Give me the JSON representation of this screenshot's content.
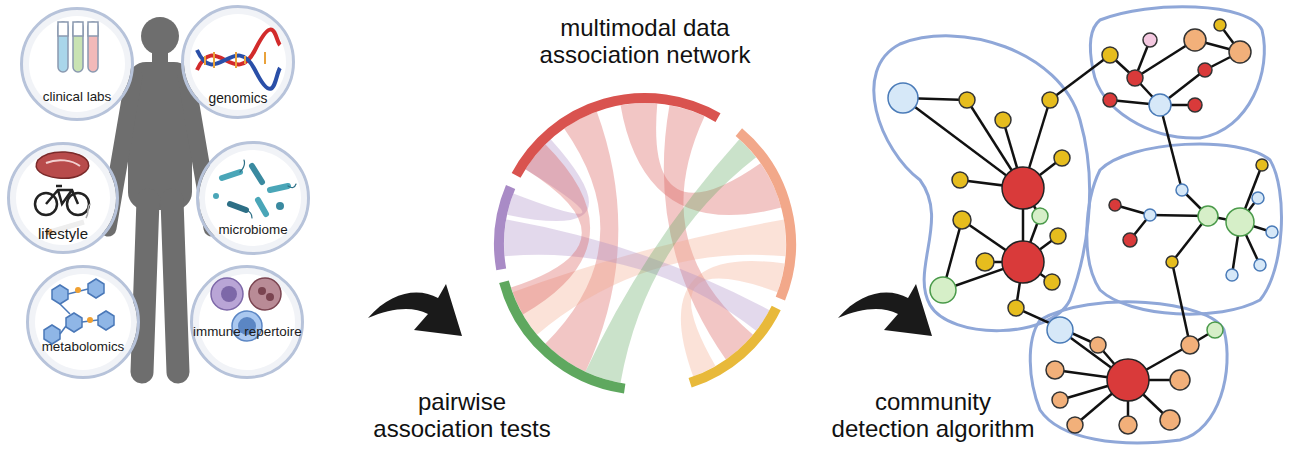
{
  "diagram": {
    "nodes": [
      {
        "text": [
          "clinical labs"
        ]
      },
      {
        "text": [
          "genomics"
        ]
      },
      {
        "text": [
          "lifestyle"
        ]
      },
      {
        "text": [
          "microbiome"
        ]
      },
      {
        "text": [
          "metabolomics"
        ]
      },
      {
        "text": [
          "immune repertoire"
        ]
      },
      {
        "text": [
          "multimodal data association network"
        ]
      }
    ],
    "labels": [
      "pairwise association tests",
      "community detection algorithm"
    ]
  }
}
